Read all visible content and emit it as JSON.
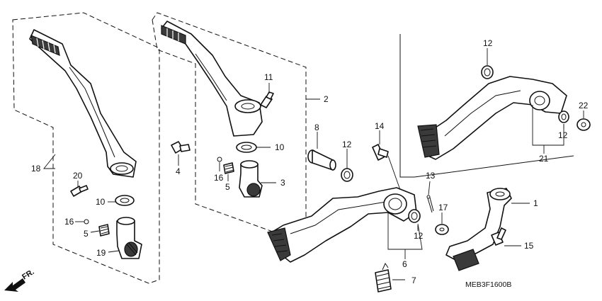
{
  "diagram": {
    "part_callouts": {
      "c1": "1",
      "c2": "2",
      "c3": "3",
      "c4": "4",
      "c5a": "5",
      "c5b": "5",
      "c6": "6",
      "c7": "7",
      "c8": "8",
      "c10a": "10",
      "c10b": "10",
      "c11": "11",
      "c12a": "12",
      "c12b": "12",
      "c12c": "12",
      "c12d": "12",
      "c13": "13",
      "c14": "14",
      "c15": "15",
      "c16a": "16",
      "c16b": "16",
      "c17": "17",
      "c18": "18",
      "c19": "19",
      "c20": "20",
      "c21": "21",
      "c22": "22"
    },
    "diagram_code": "MEB3F1600B",
    "direction_label": "FR."
  }
}
